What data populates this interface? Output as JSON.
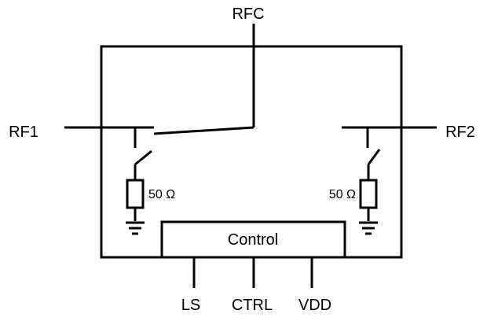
{
  "ports": {
    "rfc": "RFC",
    "rf1": "RF1",
    "rf2": "RF2",
    "ls": "LS",
    "ctrl": "CTRL",
    "vdd": "VDD"
  },
  "control_label": "Control",
  "termination_left": "50 Ω",
  "termination_right": "50 Ω",
  "colors": {
    "line": "#000000",
    "background": "#ffffff"
  }
}
